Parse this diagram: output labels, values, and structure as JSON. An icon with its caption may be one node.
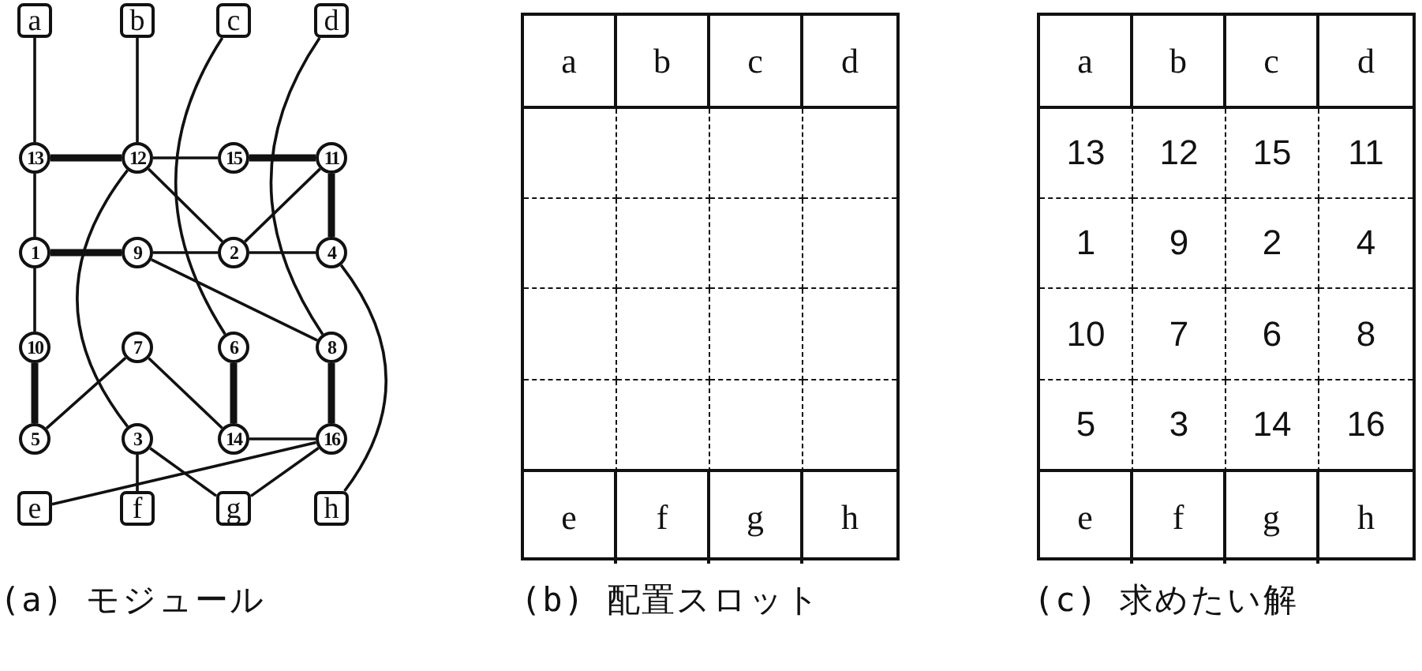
{
  "diagram": {
    "nodes": [
      {
        "text": [
          "a"
        ]
      },
      {
        "text": [
          "b"
        ]
      },
      {
        "text": [
          "c"
        ]
      },
      {
        "text": [
          "d"
        ]
      },
      {
        "text": [
          "13"
        ]
      },
      {
        "text": [
          "12"
        ]
      },
      {
        "text": [
          "15"
        ]
      },
      {
        "text": [
          "11"
        ]
      },
      {
        "text": [
          "1"
        ]
      },
      {
        "text": [
          "9"
        ]
      },
      {
        "text": [
          "2"
        ]
      },
      {
        "text": [
          "4"
        ]
      },
      {
        "text": [
          "10"
        ]
      },
      {
        "text": [
          "7"
        ]
      },
      {
        "text": [
          "6"
        ]
      },
      {
        "text": [
          "8"
        ]
      },
      {
        "text": [
          "5"
        ]
      },
      {
        "text": [
          "3"
        ]
      },
      {
        "text": [
          "14"
        ]
      },
      {
        "text": [
          "16"
        ]
      },
      {
        "text": [
          "e"
        ]
      },
      {
        "text": [
          "f"
        ]
      },
      {
        "text": [
          "g"
        ]
      },
      {
        "text": [
          "h"
        ]
      }
    ],
    "edges": [
      {
        "from": 0,
        "to": 4,
        "arrow": "none"
      },
      {
        "from": 1,
        "to": 5,
        "arrow": "none"
      },
      {
        "from": 2,
        "to": 14,
        "arrow": "none"
      },
      {
        "from": 3,
        "to": 15,
        "arrow": "none"
      },
      {
        "from": 4,
        "to": 5,
        "arrow": "none",
        "style": "thick"
      },
      {
        "from": 5,
        "to": 6,
        "arrow": "none"
      },
      {
        "from": 6,
        "to": 7,
        "arrow": "none",
        "style": "thick"
      },
      {
        "from": 5,
        "to": 10,
        "arrow": "none"
      },
      {
        "from": 7,
        "to": 10,
        "arrow": "none"
      },
      {
        "from": 7,
        "to": 11,
        "arrow": "none",
        "style": "thick"
      },
      {
        "from": 4,
        "to": 8,
        "arrow": "none"
      },
      {
        "from": 8,
        "to": 9,
        "arrow": "none",
        "style": "thick"
      },
      {
        "from": 9,
        "to": 10,
        "arrow": "none"
      },
      {
        "from": 10,
        "to": 11,
        "arrow": "none"
      },
      {
        "from": 9,
        "to": 15,
        "arrow": "none"
      },
      {
        "from": 5,
        "to": 17,
        "arrow": "none"
      },
      {
        "from": 11,
        "to": 23,
        "arrow": "none"
      },
      {
        "from": 8,
        "to": 12,
        "arrow": "none"
      },
      {
        "from": 12,
        "to": 16,
        "arrow": "none",
        "style": "thick"
      },
      {
        "from": 13,
        "to": 16,
        "arrow": "none"
      },
      {
        "from": 13,
        "to": 18,
        "arrow": "none"
      },
      {
        "from": 14,
        "to": 18,
        "arrow": "none",
        "style": "thick"
      },
      {
        "from": 15,
        "to": 19,
        "arrow": "none",
        "style": "thick"
      },
      {
        "from": 18,
        "to": 19,
        "arrow": "none"
      },
      {
        "from": 19,
        "to": 20,
        "arrow": "none"
      },
      {
        "from": 19,
        "to": 22,
        "arrow": "none"
      },
      {
        "from": 17,
        "to": 21,
        "arrow": "none"
      },
      {
        "from": 17,
        "to": 22,
        "arrow": "none"
      }
    ],
    "labels": [
      "a",
      "b",
      "c",
      "d",
      "e",
      "f",
      "g",
      "h",
      "a",
      "b",
      "c",
      "d",
      "13",
      "12",
      "15",
      "11",
      "1",
      "9",
      "2",
      "4",
      "10",
      "7",
      "6",
      "8",
      "5",
      "3",
      "14",
      "16",
      "e",
      "f",
      "g",
      "h",
      "(a) モジュール",
      "(b) 配置スロット",
      "(c) 求めたい解"
    ]
  }
}
